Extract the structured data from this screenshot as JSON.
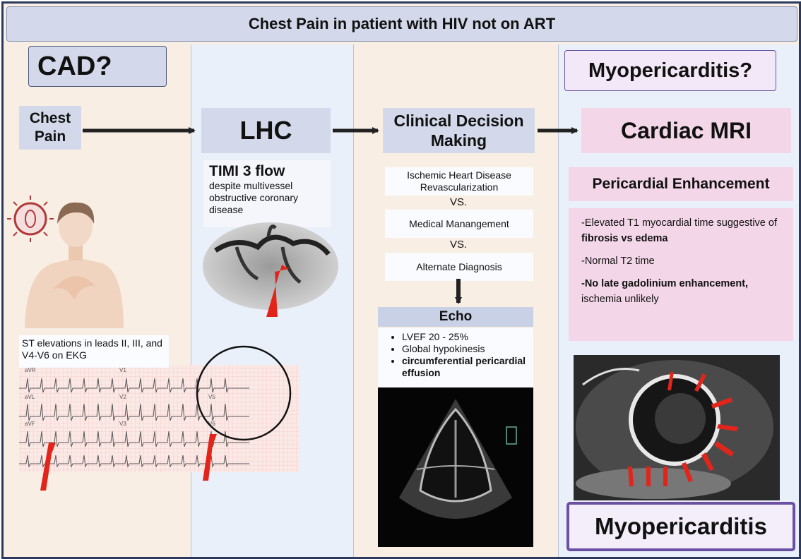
{
  "title": "Chest Pain in patient with HIV not on ART",
  "col1": {
    "heading": "CAD?",
    "chest_pain": "Chest Pain",
    "st_text": "ST elevations in leads II, III, and V4-V6 on EKG",
    "ekg_leads": [
      "aVR",
      "V1",
      "aVL",
      "V2",
      "V5",
      "aVF",
      "V3",
      "V6"
    ]
  },
  "col2": {
    "lhc": "LHC",
    "timi_title": "TIMI 3 flow",
    "timi_desc": "despite multivessel obstructive coronary disease"
  },
  "col3": {
    "cdm": "Clinical Decision Making",
    "opt1": "Ischemic Heart Disease Revascularization",
    "vs1": "VS.",
    "opt2": "Medical Manangement",
    "vs2": "VS.",
    "opt3": "Alternate Diagnosis",
    "echo_title": "Echo",
    "echo_items": [
      "LVEF 20 - 25%",
      "Global hypokinesis",
      "circumferential pericardial effusion"
    ]
  },
  "col4": {
    "heading": "Myopericarditis?",
    "mri": "Cardiac MRI",
    "peri_title": "Pericardial Enhancement",
    "f1_a": "-Elevated T1 myocardial time suggestive of ",
    "f1_b": "fibrosis vs edema",
    "f2": "-Normal T2 time",
    "f3_a": "-No late gadolinium enhancement,",
    "f3_b": " ischemia unlikely",
    "final": "Myopericarditis"
  },
  "colors": {
    "lavender_box": "#d3d9ea",
    "pink_box": "#f3d6e8",
    "purple_border": "#6a4fa3",
    "arrow_red": "#e2251b"
  }
}
